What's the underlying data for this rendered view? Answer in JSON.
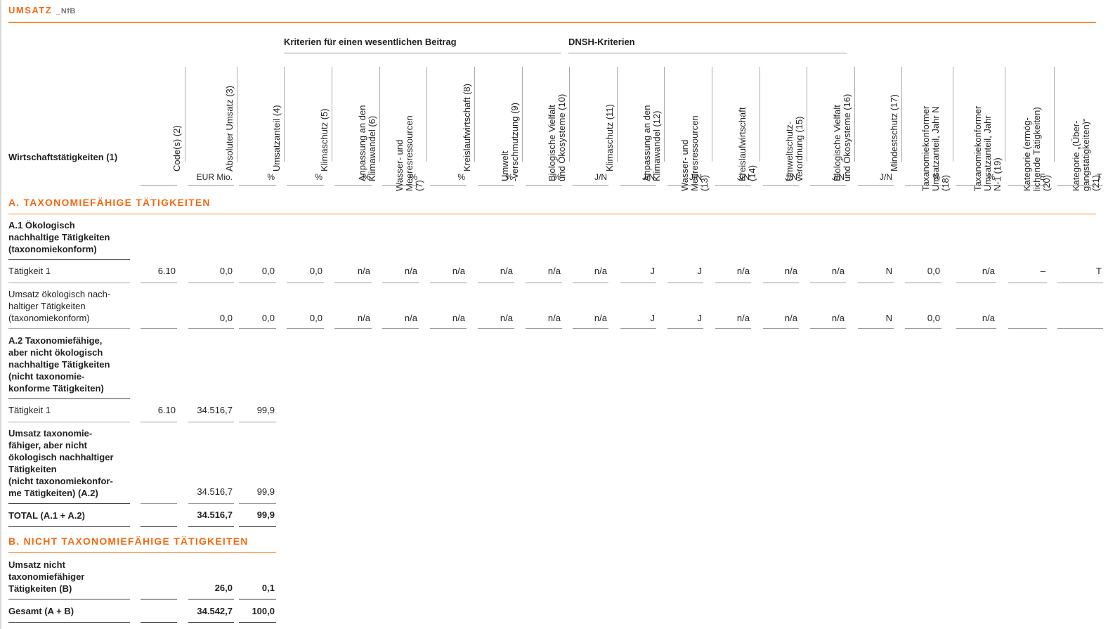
{
  "header": {
    "title": "UMSATZ",
    "suffix": "_NfB"
  },
  "groups": {
    "substantial": "Kriterien für einen wesentlichen Beitrag",
    "dnsh": "DNSH-Kriterien"
  },
  "activity_header": "Wirtschaftstätigkeiten (1)",
  "columns": [
    {
      "id": "c2",
      "label": "Code(s) (2)",
      "unit": ""
    },
    {
      "id": "c3",
      "label": "Absoluter Umsatz (3)",
      "unit": "EUR Mio."
    },
    {
      "id": "c4",
      "label": "Umsatzanteil (4)",
      "unit": "%"
    },
    {
      "id": "c5",
      "label": "Klimaschutz (5)",
      "unit": "%"
    },
    {
      "id": "c6",
      "label": "Anpassung an den\nKlimawandel (6)",
      "unit": "%"
    },
    {
      "id": "c7",
      "label": "Wasser- und\nMeeresressourcen\n(7)",
      "unit": "%"
    },
    {
      "id": "c8",
      "label": "Kreislaufwirtschaft (8)",
      "unit": "%"
    },
    {
      "id": "c9",
      "label": "Umwelt\n-verschmutzung (9)",
      "unit": "%"
    },
    {
      "id": "c10",
      "label": "Biologische Vielfalt\nund Ökosysteme (10)",
      "unit": "%"
    },
    {
      "id": "c11",
      "label": "Klimaschutz (11)",
      "unit": "J/N"
    },
    {
      "id": "c12",
      "label": "Anpassung an den\nKlimawandel (12)",
      "unit": "J/N"
    },
    {
      "id": "c13",
      "label": "Wasser- und\nMeeresressourcen\n(13)",
      "unit": "J/N"
    },
    {
      "id": "c14",
      "label": "Kreislaufwirtschaft\n(14)",
      "unit": "J/N"
    },
    {
      "id": "c15",
      "label": "Umweltschutz-\nverordnung (15)",
      "unit": "J/N"
    },
    {
      "id": "c16",
      "label": "Biologische Vielfalt\nund Ökosysteme (16)",
      "unit": "J/N"
    },
    {
      "id": "c17",
      "label": "Mindestschutz (17)",
      "unit": "J/N"
    },
    {
      "id": "c18",
      "label": "Taxanomiekonformer\nUmsatzanteil, Jahr N\n(18)",
      "unit": "%"
    },
    {
      "id": "c19",
      "label": "Taxanomiekonformer\nUmsatzanteil, Jahr\nN-1 (19)",
      "unit": "%"
    },
    {
      "id": "c20",
      "label": "Kategorie (ermög-\nlichende Tätigkeiten)\n(20)",
      "unit": "E"
    },
    {
      "id": "c21",
      "label": "Kategorie „(Über-\ngangstätigkeiten)“\n(21)",
      "unit": "T"
    }
  ],
  "section_a": "A. TAXONOMIEFÄHIGE TÄTIGKEITEN",
  "section_b": "B. NICHT TAXONOMIEFÄHIGE TÄTIGKEITEN",
  "a1_heading": "A.1 Ökologisch\nnachhaltige Tätigkeiten\n(taxonomiekonform)",
  "a2_heading": "A.2 Taxonomiefähige,\naber nicht ökologisch\nnachhaltige Tätigkeiten\n(nicht taxonomie-\nkonforme Tätigkeiten)",
  "rows": {
    "a1_activity": {
      "label": "Tätigkeit 1",
      "values": [
        "6.10",
        "0,0",
        "0,0",
        "0,0",
        "n/a",
        "n/a",
        "n/a",
        "n/a",
        "n/a",
        "n/a",
        "J",
        "J",
        "n/a",
        "n/a",
        "n/a",
        "N",
        "0,0",
        "n/a",
        "–",
        "T"
      ]
    },
    "a1_total": {
      "label": "Umsatz ökologisch nach-\nhaltiger Tätigkeiten\n(taxonomiekonform)",
      "values": [
        "",
        "0,0",
        "0,0",
        "0,0",
        "n/a",
        "n/a",
        "n/a",
        "n/a",
        "n/a",
        "n/a",
        "J",
        "J",
        "n/a",
        "n/a",
        "n/a",
        "N",
        "0,0",
        "n/a",
        "",
        ""
      ]
    },
    "a2_activity": {
      "label": "Tätigkeit 1",
      "values": [
        "6.10",
        "34.516,7",
        "99,9"
      ]
    },
    "a2_total": {
      "label": "Umsatz taxonomie-\nfähiger, aber nicht\nökologisch nachhaltiger\nTätigkeiten\n(nicht taxonomiekonfor-\nme Tätigkeiten) (A.2)",
      "values": [
        "",
        "34.516,7",
        "99,9"
      ]
    },
    "total_a": {
      "label": "TOTAL (A.1 + A.2)",
      "values": [
        "",
        "34.516,7",
        "99,9"
      ]
    },
    "b_total": {
      "label": "Umsatz nicht\ntaxonomiefähiger\nTätigkeiten (B)",
      "values": [
        "",
        "26,0",
        "0,1"
      ]
    },
    "grand_total": {
      "label": "Gesamt (A + B)",
      "values": [
        "",
        "34.542,7",
        "100,0"
      ]
    }
  }
}
